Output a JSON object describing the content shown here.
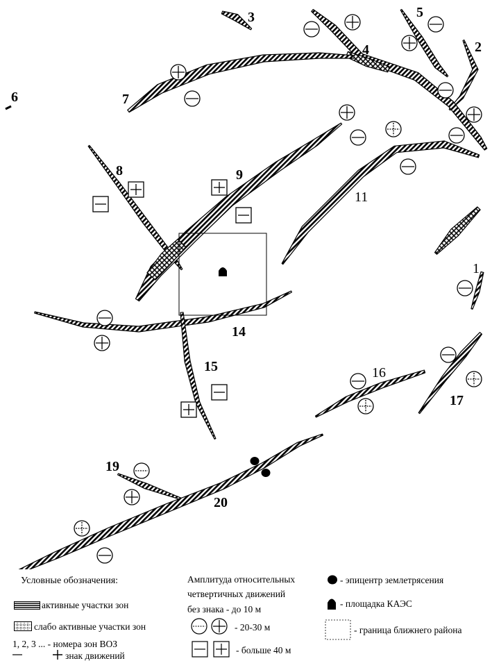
{
  "zone_labels": [
    "1",
    "2",
    "3",
    "4",
    "5",
    "6",
    "7",
    "8",
    "9",
    "11",
    "14",
    "15",
    "16",
    "17",
    "19",
    "20"
  ],
  "legend": {
    "title": "Условные обозначения:",
    "active": "активные участки зон",
    "weak": "слабо активные участки зон",
    "numbers": "1, 2, 3 ... - номера зон ВОЗ",
    "sign": "знак движений",
    "amp_title_1": "Амплитуда относительных",
    "amp_title_2": "четвертичных движений",
    "no_sign": "без знака - до 10 м",
    "r2030": "- 20-30 м",
    "r40": "- больше 40 м",
    "epicenter": "- эпицентр землетрясения",
    "site": "- площадка КАЭС",
    "boundary": "- граница ближнего района"
  }
}
